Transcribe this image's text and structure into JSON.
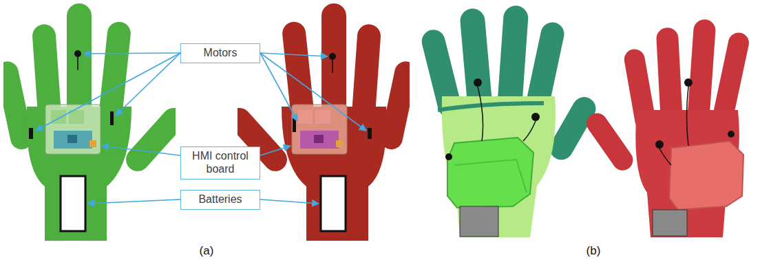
{
  "diagram": {
    "nodes": [
      {
        "text": [
          "Motors"
        ]
      },
      {
        "text": [
          "HMI control board"
        ]
      },
      {
        "text": [
          "Batteries"
        ]
      }
    ],
    "labels": [
      "(a)",
      "(b)"
    ]
  }
}
